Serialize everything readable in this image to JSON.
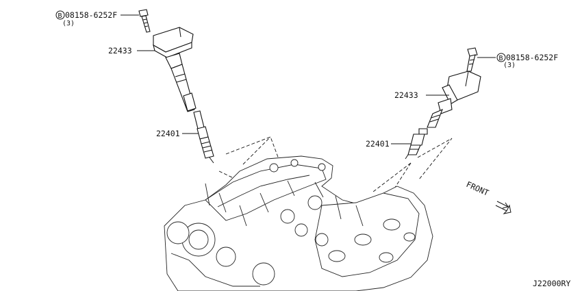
{
  "callouts": {
    "bolt_left": {
      "code": "08158-6252F",
      "qty": "(3)",
      "prefix": "B"
    },
    "coil_left": "22433",
    "plug_left": "22401",
    "bolt_right": {
      "code": "08158-6252F",
      "qty": "(3)",
      "prefix": "B"
    },
    "coil_right": "22433",
    "plug_right": "22401"
  },
  "front_label": "FRONT",
  "figure_code": "J22000RY"
}
